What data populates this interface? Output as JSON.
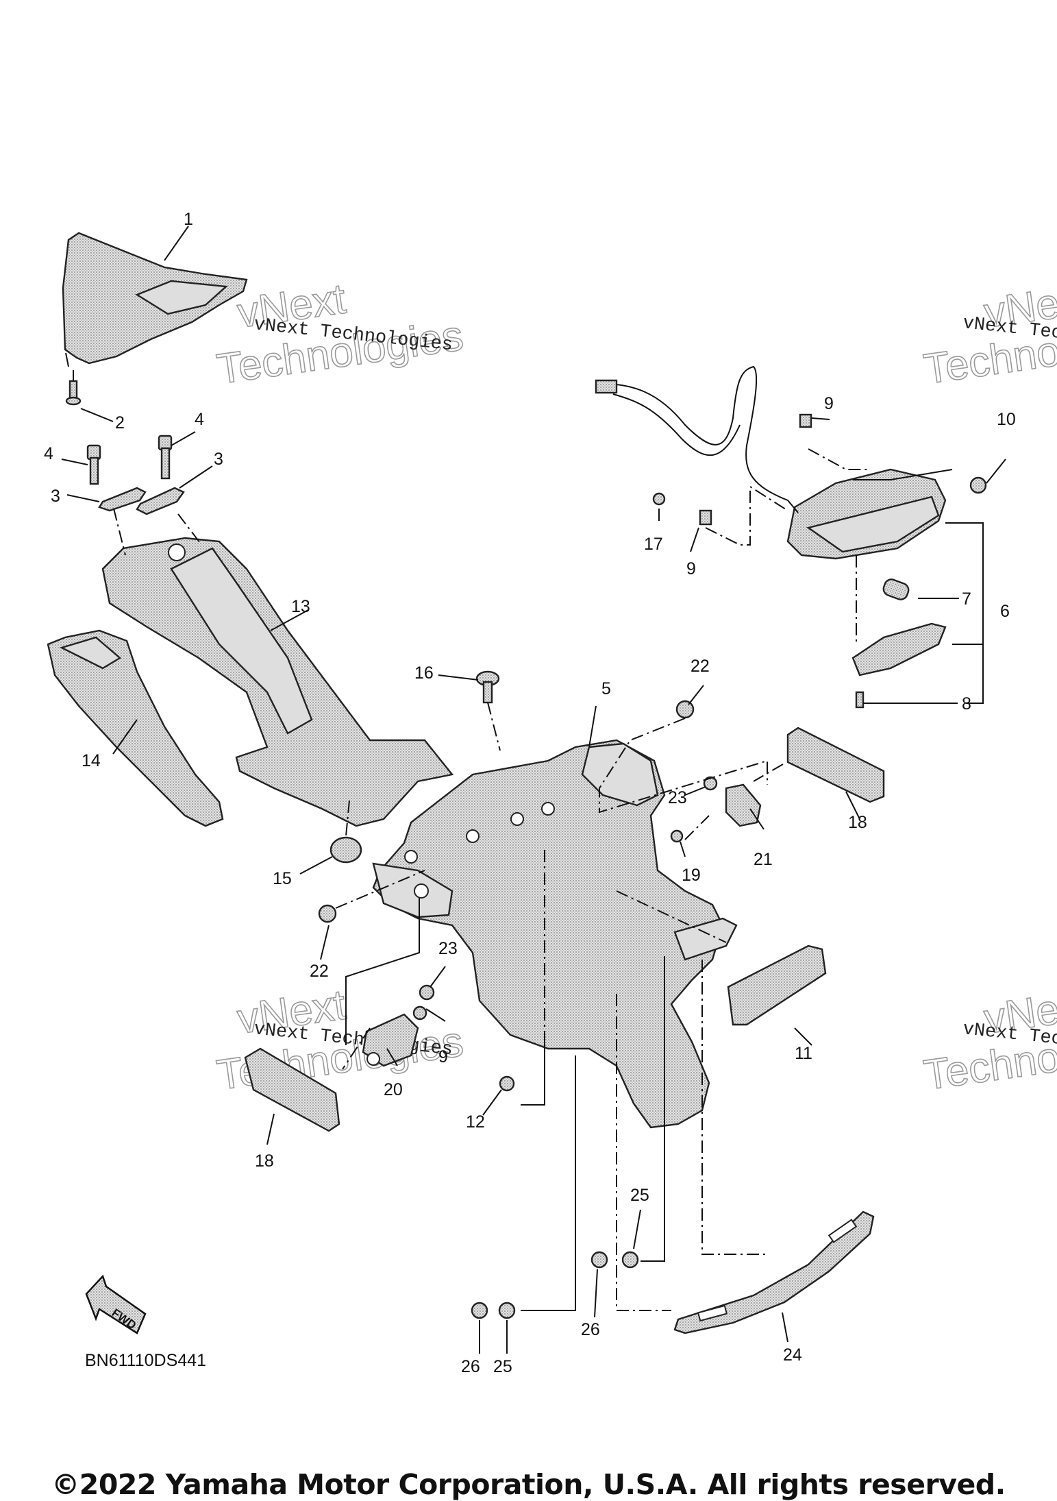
{
  "diagram_code": "BN61110DS441",
  "fwd_label": "FWD",
  "copyright": "©2022 Yamaha Motor Corporation, U.S.A. All rights reserved.",
  "watermark": {
    "small": "vNext Technologies",
    "big_top": "vNext",
    "big_bottom": "Technologies"
  },
  "callouts": {
    "c1": "1",
    "c2": "2",
    "c3a": "3",
    "c3b": "3",
    "c4a": "4",
    "c4b": "4",
    "c5": "5",
    "c6": "6",
    "c7": "7",
    "c8": "8",
    "c9a": "9",
    "c9b": "9",
    "c9c": "9",
    "c10": "10",
    "c11": "11",
    "c12": "12",
    "c13": "13",
    "c14": "14",
    "c15": "15",
    "c16": "16",
    "c17": "17",
    "c18a": "18",
    "c18b": "18",
    "c19": "19",
    "c20": "20",
    "c21": "21",
    "c22a": "22",
    "c22b": "22",
    "c23a": "23",
    "c23b": "23",
    "c24": "24",
    "c25a": "25",
    "c25b": "25",
    "c26a": "26",
    "c26b": "26"
  }
}
